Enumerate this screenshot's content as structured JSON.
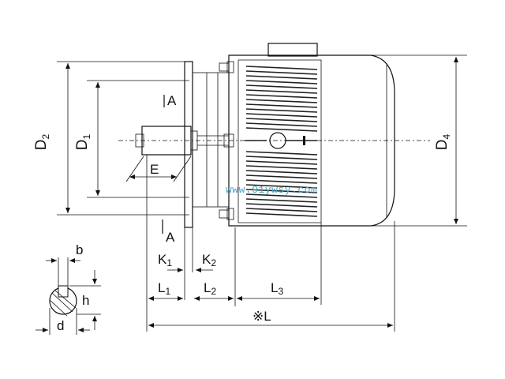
{
  "labels": {
    "D2": "D",
    "D2_sub": "2",
    "D1": "D",
    "D1_sub": "1",
    "D4": "D",
    "D4_sub": "4",
    "A_top": "A",
    "A_bottom": "A",
    "E": "E",
    "K1": "K",
    "K1_sub": "1",
    "K2": "K",
    "K2_sub": "2",
    "L1": "L",
    "L1_sub": "1",
    "L2": "L",
    "L2_sub": "2",
    "L3": "L",
    "L3_sub": "3",
    "L_total": "※L",
    "b": "b",
    "h": "h",
    "d": "d"
  },
  "watermark": "www.91ywsy.com",
  "colors": {
    "line": "#111111",
    "watermark": "#49a6c4"
  }
}
